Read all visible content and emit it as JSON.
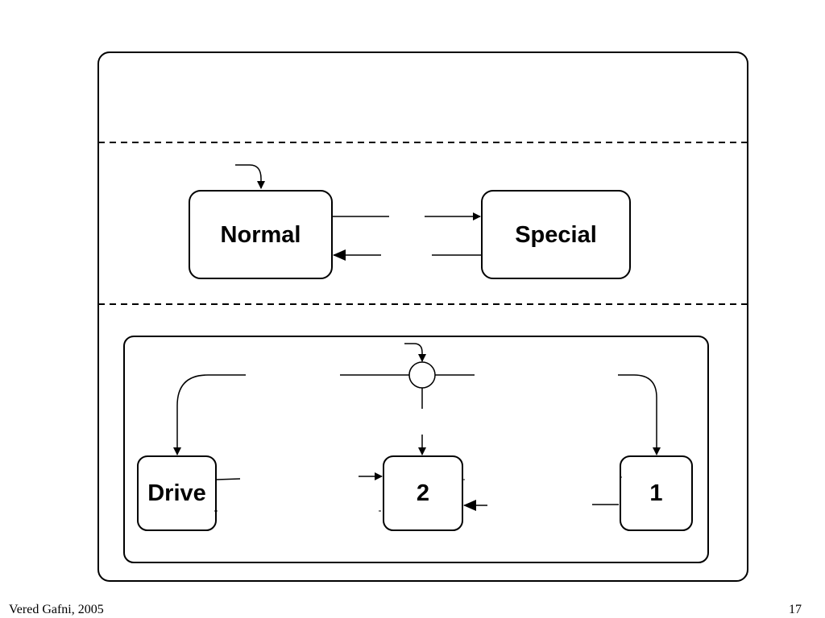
{
  "states": {
    "normal": "Normal",
    "special": "Special",
    "drive": "Drive",
    "two": "2",
    "one": "1"
  },
  "footer": {
    "author": "Vered Gafni, 2005",
    "page_number": "17"
  }
}
